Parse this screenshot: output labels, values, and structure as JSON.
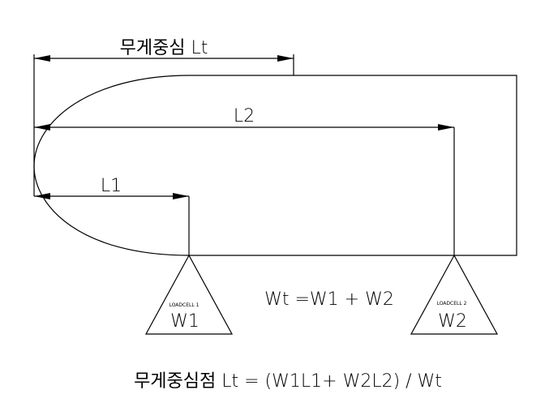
{
  "labels": {
    "lt": "무게중심 Lt",
    "l2": "L2",
    "l1": "L1",
    "sum": "Wt =W1 + W2",
    "formula": "무게중심점 Lt = (W1L1+ W2L2) / Wt"
  },
  "loadcells": [
    {
      "caption": "LOADCELL 1",
      "weight": "W1"
    },
    {
      "caption": "LOADCELL 2",
      "weight": "W2"
    }
  ]
}
